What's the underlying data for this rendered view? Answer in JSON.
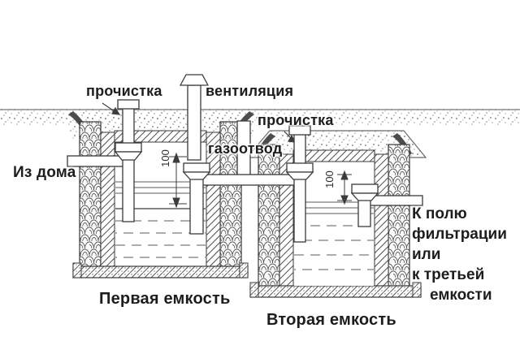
{
  "colors": {
    "background": "#ffffff",
    "ink": "#3a3a3a",
    "label": "#1d1d1d",
    "ground_dot": "#8e8e8e"
  },
  "labels": {
    "tank1_cleanout": "прочистка",
    "ventilation": "вентиляция",
    "tank2_cleanout": "прочистка",
    "gas_outlet": "газоотвод",
    "from_house": "Из дома",
    "tank1_caption": "Первая емкость",
    "tank2_caption": "Вторая емкость",
    "dimension_tank1": "100",
    "dimension_tank2": "100",
    "outlet_destination": [
      "К полю",
      "фильтрации",
      "или",
      "к третьей",
      "емкости"
    ]
  }
}
